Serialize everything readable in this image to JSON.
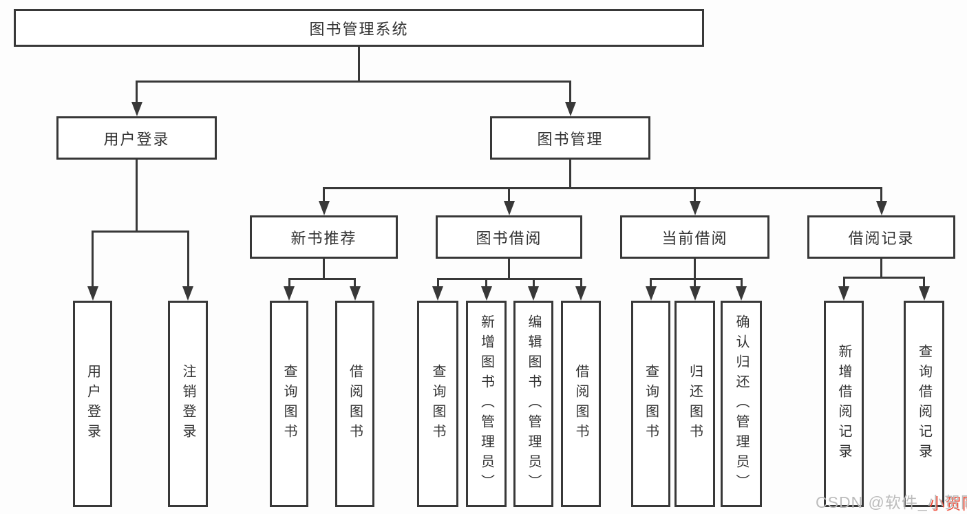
{
  "diagram": {
    "title": "图书管理系统",
    "type": "hierarchy-tree",
    "nodes": [
      {
        "id": "root",
        "label": "图书管理系统",
        "level": 1
      },
      {
        "id": "user-login",
        "label": "用户登录",
        "level": 2
      },
      {
        "id": "book-mgmt",
        "label": "图书管理",
        "level": 2
      },
      {
        "id": "new-book-rec",
        "label": "新书推荐",
        "level": 3
      },
      {
        "id": "book-borrow",
        "label": "图书借阅",
        "level": 3
      },
      {
        "id": "current-borrow",
        "label": "当前借阅",
        "level": 3
      },
      {
        "id": "borrow-records",
        "label": "借阅记录",
        "level": 3
      },
      {
        "id": "leaf-user-login",
        "label": "用户登录",
        "level": 4
      },
      {
        "id": "leaf-logout",
        "label": "注销登录",
        "level": 4
      },
      {
        "id": "leaf-query-book-1",
        "label": "查询图书",
        "level": 4
      },
      {
        "id": "leaf-borrow-book-1",
        "label": "借阅图书",
        "level": 4
      },
      {
        "id": "leaf-query-book-2",
        "label": "查询图书",
        "level": 4
      },
      {
        "id": "leaf-add-book",
        "label": "新增图书（管理员）",
        "level": 4
      },
      {
        "id": "leaf-edit-book",
        "label": "编辑图书（管理员）",
        "level": 4
      },
      {
        "id": "leaf-borrow-book-2",
        "label": "借阅图书",
        "level": 4
      },
      {
        "id": "leaf-query-book-3",
        "label": "查询图书",
        "level": 4
      },
      {
        "id": "leaf-return-book",
        "label": "归还图书",
        "level": 4
      },
      {
        "id": "leaf-confirm-return",
        "label": "确认归还（管理员）",
        "level": 4
      },
      {
        "id": "leaf-add-borrow-record",
        "label": "新增借阅记录",
        "level": 4
      },
      {
        "id": "leaf-query-borrow-record",
        "label": "查询借阅记录",
        "level": 4
      }
    ],
    "edges": [
      [
        "root",
        "user-login"
      ],
      [
        "root",
        "book-mgmt"
      ],
      [
        "user-login",
        "leaf-user-login"
      ],
      [
        "user-login",
        "leaf-logout"
      ],
      [
        "book-mgmt",
        "new-book-rec"
      ],
      [
        "book-mgmt",
        "book-borrow"
      ],
      [
        "book-mgmt",
        "current-borrow"
      ],
      [
        "book-mgmt",
        "borrow-records"
      ],
      [
        "new-book-rec",
        "leaf-query-book-1"
      ],
      [
        "new-book-rec",
        "leaf-borrow-book-1"
      ],
      [
        "book-borrow",
        "leaf-query-book-2"
      ],
      [
        "book-borrow",
        "leaf-add-book"
      ],
      [
        "book-borrow",
        "leaf-edit-book"
      ],
      [
        "book-borrow",
        "leaf-borrow-book-2"
      ],
      [
        "current-borrow",
        "leaf-query-book-3"
      ],
      [
        "current-borrow",
        "leaf-return-book"
      ],
      [
        "current-borrow",
        "leaf-confirm-return"
      ],
      [
        "borrow-records",
        "leaf-add-borrow-record"
      ],
      [
        "borrow-records",
        "leaf-query-borrow-record"
      ]
    ],
    "colors": {
      "line": "#383838",
      "text": "#333333",
      "box_background": "#ffffff",
      "page_background": "#fdfdfd",
      "watermark": "#bcbcbc",
      "watermark_accent": "#ef4f3c"
    },
    "watermark": {
      "text": "CSDN @软件_小贺同学",
      "prefix": "CSDN @软件_",
      "suffix": "小贺同学"
    }
  }
}
